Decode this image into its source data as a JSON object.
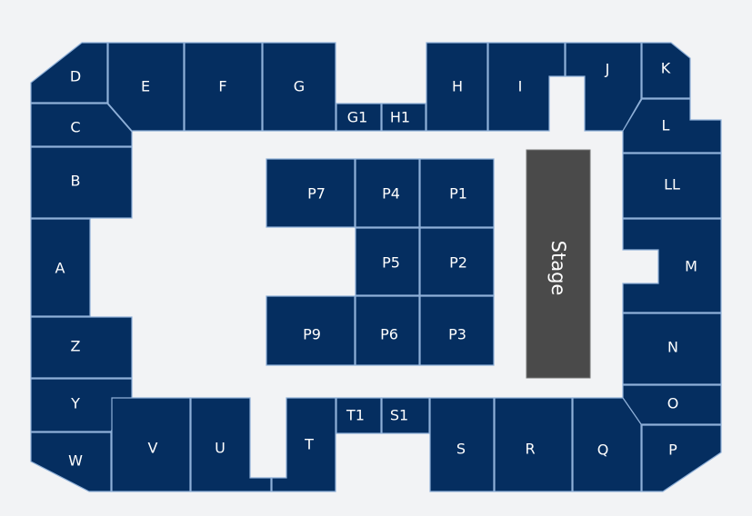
{
  "map": {
    "colors": {
      "section": "#052e60",
      "border": "#8fb0d8",
      "stage": "#4a4a4a",
      "background": "#f2f3f5"
    },
    "stage_label": "Stage",
    "sections": [
      "D",
      "E",
      "F",
      "G",
      "G1",
      "H1",
      "H",
      "I",
      "J",
      "K",
      "C",
      "L",
      "B",
      "LL",
      "A",
      "M",
      "Z",
      "N",
      "Y",
      "O",
      "W",
      "V",
      "U",
      "T",
      "T1",
      "S1",
      "S",
      "R",
      "Q",
      "P",
      "P7",
      "P4",
      "P1",
      "P5",
      "P2",
      "P9",
      "P6",
      "P3"
    ]
  }
}
